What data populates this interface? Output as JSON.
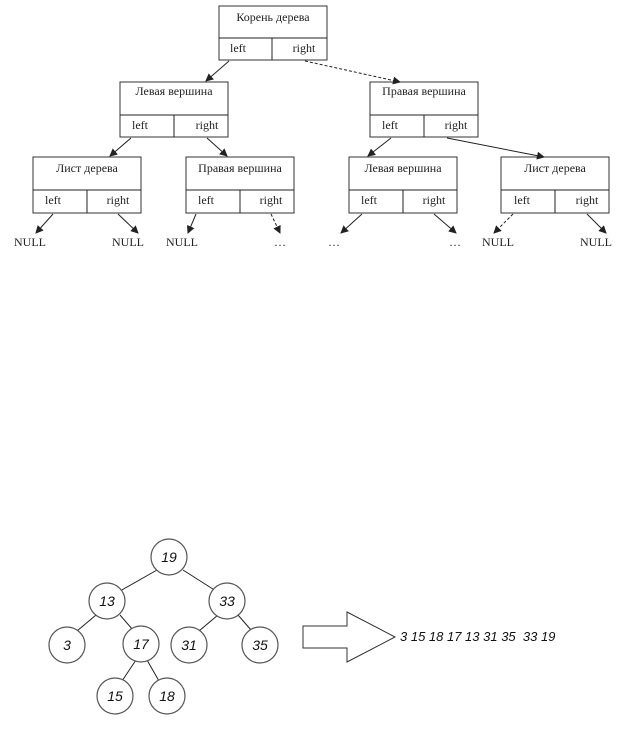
{
  "top_tree": {
    "left_label": "left",
    "right_label": "right",
    "null_label": "NULL",
    "ellipsis": "…",
    "nodes": [
      {
        "title": "Корень дерева"
      },
      {
        "title": "Левая вершина"
      },
      {
        "title": "Правая вершина"
      },
      {
        "title": "Лист дерева"
      },
      {
        "title": "Правая вершина"
      },
      {
        "title": "Левая вершина"
      },
      {
        "title": "Лист дерева"
      }
    ],
    "leaves": [
      "NULL",
      "NULL",
      "NULL",
      "…",
      "…",
      "…",
      "NULL",
      "NULL"
    ]
  },
  "bottom_tree": {
    "nodes": [
      "19",
      "13",
      "33",
      "3",
      "17",
      "31",
      "35",
      "15",
      "18"
    ],
    "traversal": "3 15 18 17 13 31 35  33 19"
  }
}
